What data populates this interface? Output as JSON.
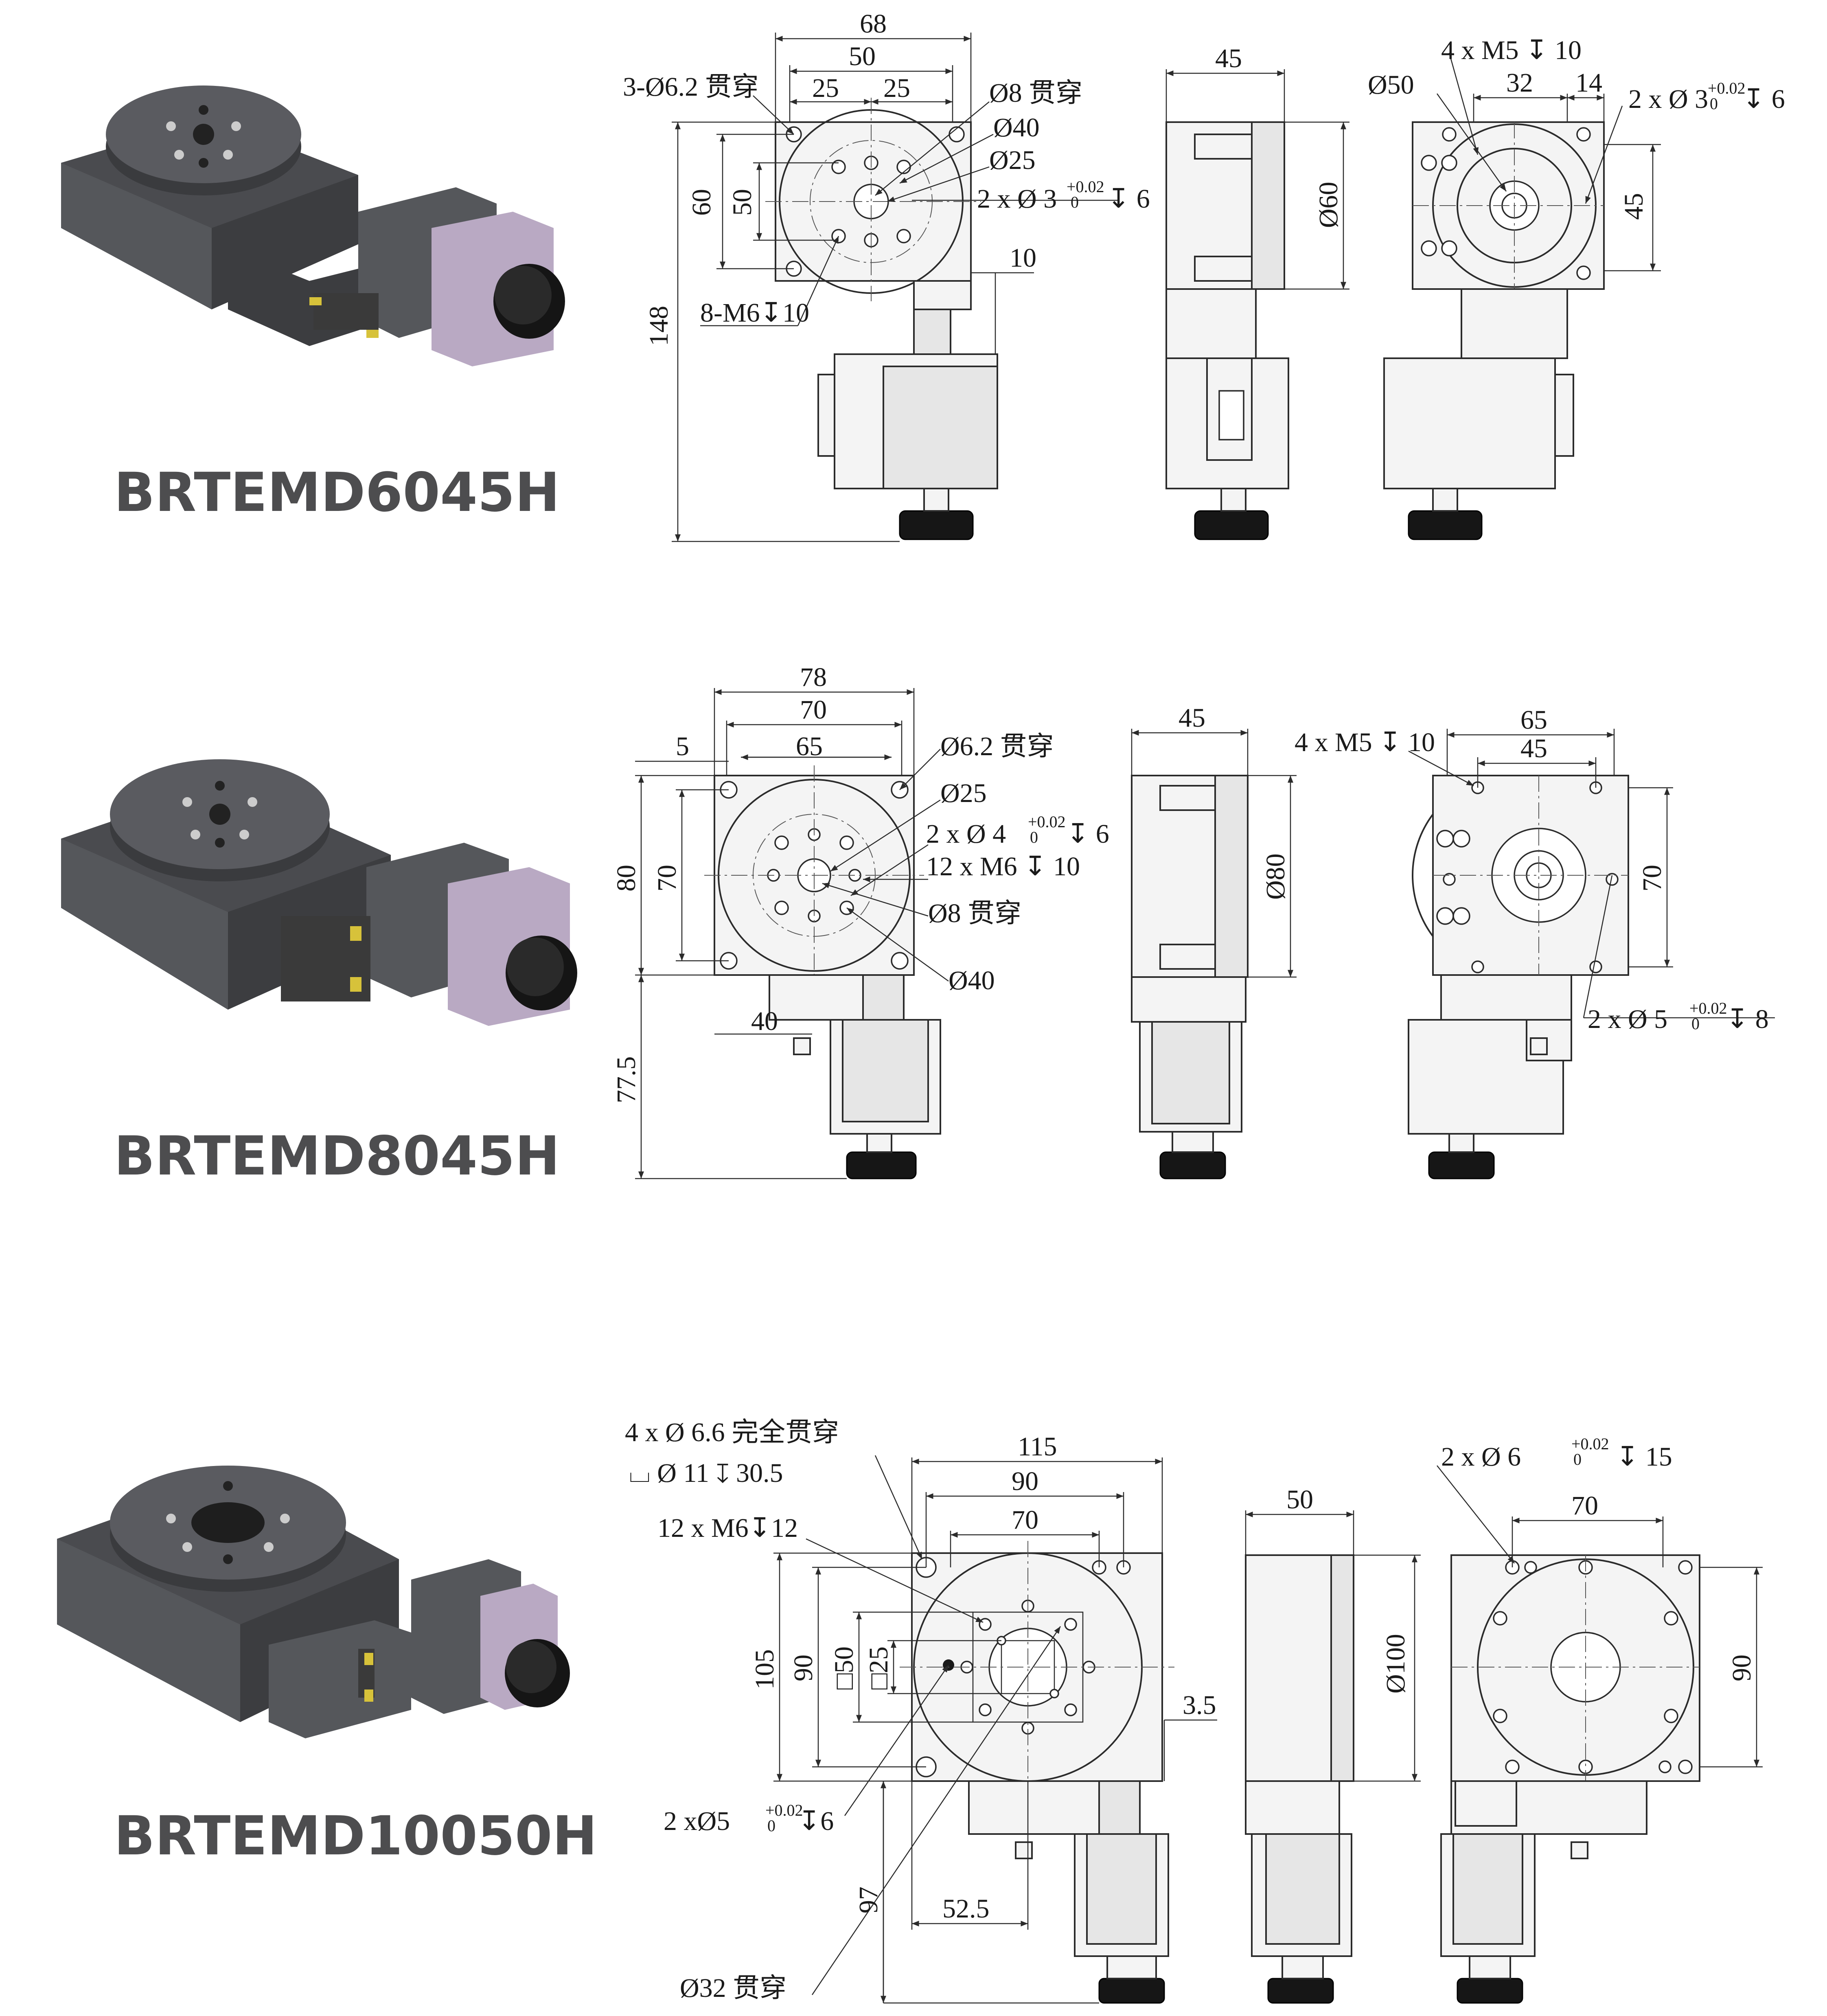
{
  "models": [
    {
      "name": "BRTEMD6045H",
      "top_view": {
        "dims": [
          "68",
          "50",
          "25",
          "25",
          "60",
          "50",
          "148",
          "10"
        ],
        "callouts": [
          "3-Ø6.2 贯穿",
          "Ø8 贯穿",
          "Ø40",
          "Ø25",
          "8-M6↧10"
        ],
        "fit_callout": {
          "prefix": "2 x Ø 3",
          "tol_upper": "+0.02",
          "tol_lower": "0",
          "depth": "↧ 6"
        }
      },
      "side_view": {
        "dims": [
          "45",
          "Ø60"
        ]
      },
      "bottom_view": {
        "dims": [
          "Ø50",
          "32",
          "14",
          "45"
        ],
        "callouts": [
          "4 x M5 ↧ 10"
        ],
        "fit_callout": {
          "prefix": "2 x Ø 3",
          "tol_upper": "+0.02",
          "tol_lower": "0",
          "depth": "↧ 6"
        }
      }
    },
    {
      "name": "BRTEMD8045H",
      "top_view": {
        "dims": [
          "78",
          "70",
          "5",
          "65",
          "80",
          "70",
          "40",
          "77.5"
        ],
        "callouts": [
          "Ø6.2 贯穿",
          "Ø25",
          "12 x M6 ↧ 10",
          "Ø8 贯穿",
          "Ø40"
        ],
        "fit_callout": {
          "prefix": "2 x Ø 4",
          "tol_upper": "+0.02",
          "tol_lower": "0",
          "depth": "↧ 6"
        }
      },
      "side_view": {
        "dims": [
          "45",
          "Ø80"
        ]
      },
      "bottom_view": {
        "dims": [
          "65",
          "45",
          "70"
        ],
        "callouts": [
          "4 x M5 ↧ 10"
        ],
        "fit_callout": {
          "prefix": "2 x Ø 5",
          "tol_upper": "+0.02",
          "tol_lower": "0",
          "depth": "↧ 8"
        }
      }
    },
    {
      "name": "BRTEMD10050H",
      "top_view": {
        "dims": [
          "115",
          "90",
          "70",
          "105",
          "90",
          "□50",
          "□25",
          "3.5",
          "97",
          "52.5"
        ],
        "callouts": [
          "4 x Ø 6.6 完全贯穿",
          "⌴ Ø 11 ↧ 30.5",
          "12 x M6↧12",
          "Ø32 贯穿"
        ],
        "fit_callout": {
          "prefix": "2 xØ5",
          "tol_upper": "+0.02",
          "tol_lower": "0",
          "depth": "↧6"
        }
      },
      "side_view": {
        "dims": [
          "50",
          "Ø100"
        ]
      },
      "bottom_view": {
        "dims": [
          "70",
          "90"
        ],
        "callouts": [],
        "fit_callout": {
          "prefix": "2 x Ø 6",
          "tol_upper": "+0.02",
          "tol_lower": "0",
          "depth": "↧ 15"
        }
      }
    }
  ]
}
